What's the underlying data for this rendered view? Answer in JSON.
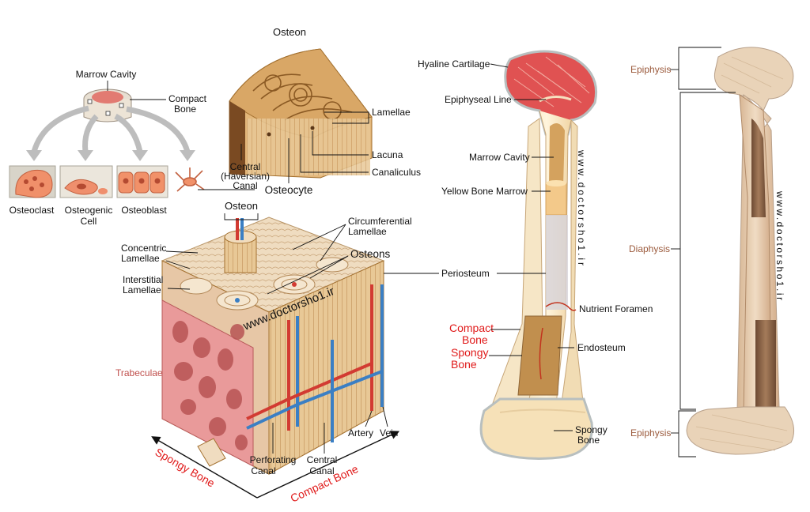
{
  "labels": {
    "marrow_cavity_top": "Marrow Cavity",
    "compact_bone_top_1": "Compact",
    "compact_bone_top_2": "Bone",
    "osteon_top": "Osteon",
    "lamellae": "Lamellae",
    "lacuna": "Lacuna",
    "canaliculus": "Canaliculus",
    "central_canal_1": "Central",
    "central_canal_2": "(Haversian)",
    "central_canal_3": "Canal",
    "osteocyte": "Osteocyte",
    "osteoclast": "Osteoclast",
    "osteogenic_1": "Osteogenic",
    "osteogenic_2": "Cell",
    "osteoblast": "Osteoblast",
    "osteon_block": "Osteon",
    "circumferential_1": "Circumferential",
    "circumferential_2": "Lamellae",
    "concentric_1": "Concentric",
    "concentric_2": "Lamellae",
    "osteons": "Osteons",
    "interstitial_1": "Interstitial",
    "interstitial_2": "Lamellae",
    "periosteum": "Periosteum",
    "trabeculae": "Trabeculae",
    "artery": "Artery",
    "vein": "Vein",
    "perforating_1": "Perforating",
    "perforating_2": "Canal",
    "central_canal_b1": "Central",
    "central_canal_b2": "Canal",
    "spongy_bone_axis": "Spongy Bone",
    "compact_bone_axis": "Compact  Bone",
    "hyaline_cartilage": "Hyaline Cartilage",
    "epiphyseal_line": "Epiphyseal Line",
    "marrow_cavity": "Marrow Cavity",
    "yellow_bone_marrow": "Yellow Bone Marrow",
    "nutrient_foramen": "Nutrient Foramen",
    "compact_bone_red_1": "Compact",
    "compact_bone_red_2": "Bone",
    "spongy_bone_red_1": "Spongy",
    "spongy_bone_red_2": "Bone",
    "endosteum": "Endosteum",
    "spongy_bone_bottom_1": "Spongy",
    "spongy_bone_bottom_2": "Bone",
    "epiphysis_top": "Epiphysis",
    "diaphysis": "Diaphysis",
    "epiphysis_bottom": "Epiphysis"
  },
  "watermark": {
    "diagonal": "www.doctorsho1.ir",
    "vertical": "www.doctorsho1.ir"
  },
  "colors": {
    "bone_tan": "#e9c99a",
    "bone_dark": "#c9935a",
    "marrow_red": "#d8494a",
    "spongy_pink": "#e99a9a",
    "artery_red": "#d23b32",
    "vein_blue": "#3b7fc4",
    "label_red": "#e01a1a",
    "label_brown": "#9b5a3c"
  }
}
